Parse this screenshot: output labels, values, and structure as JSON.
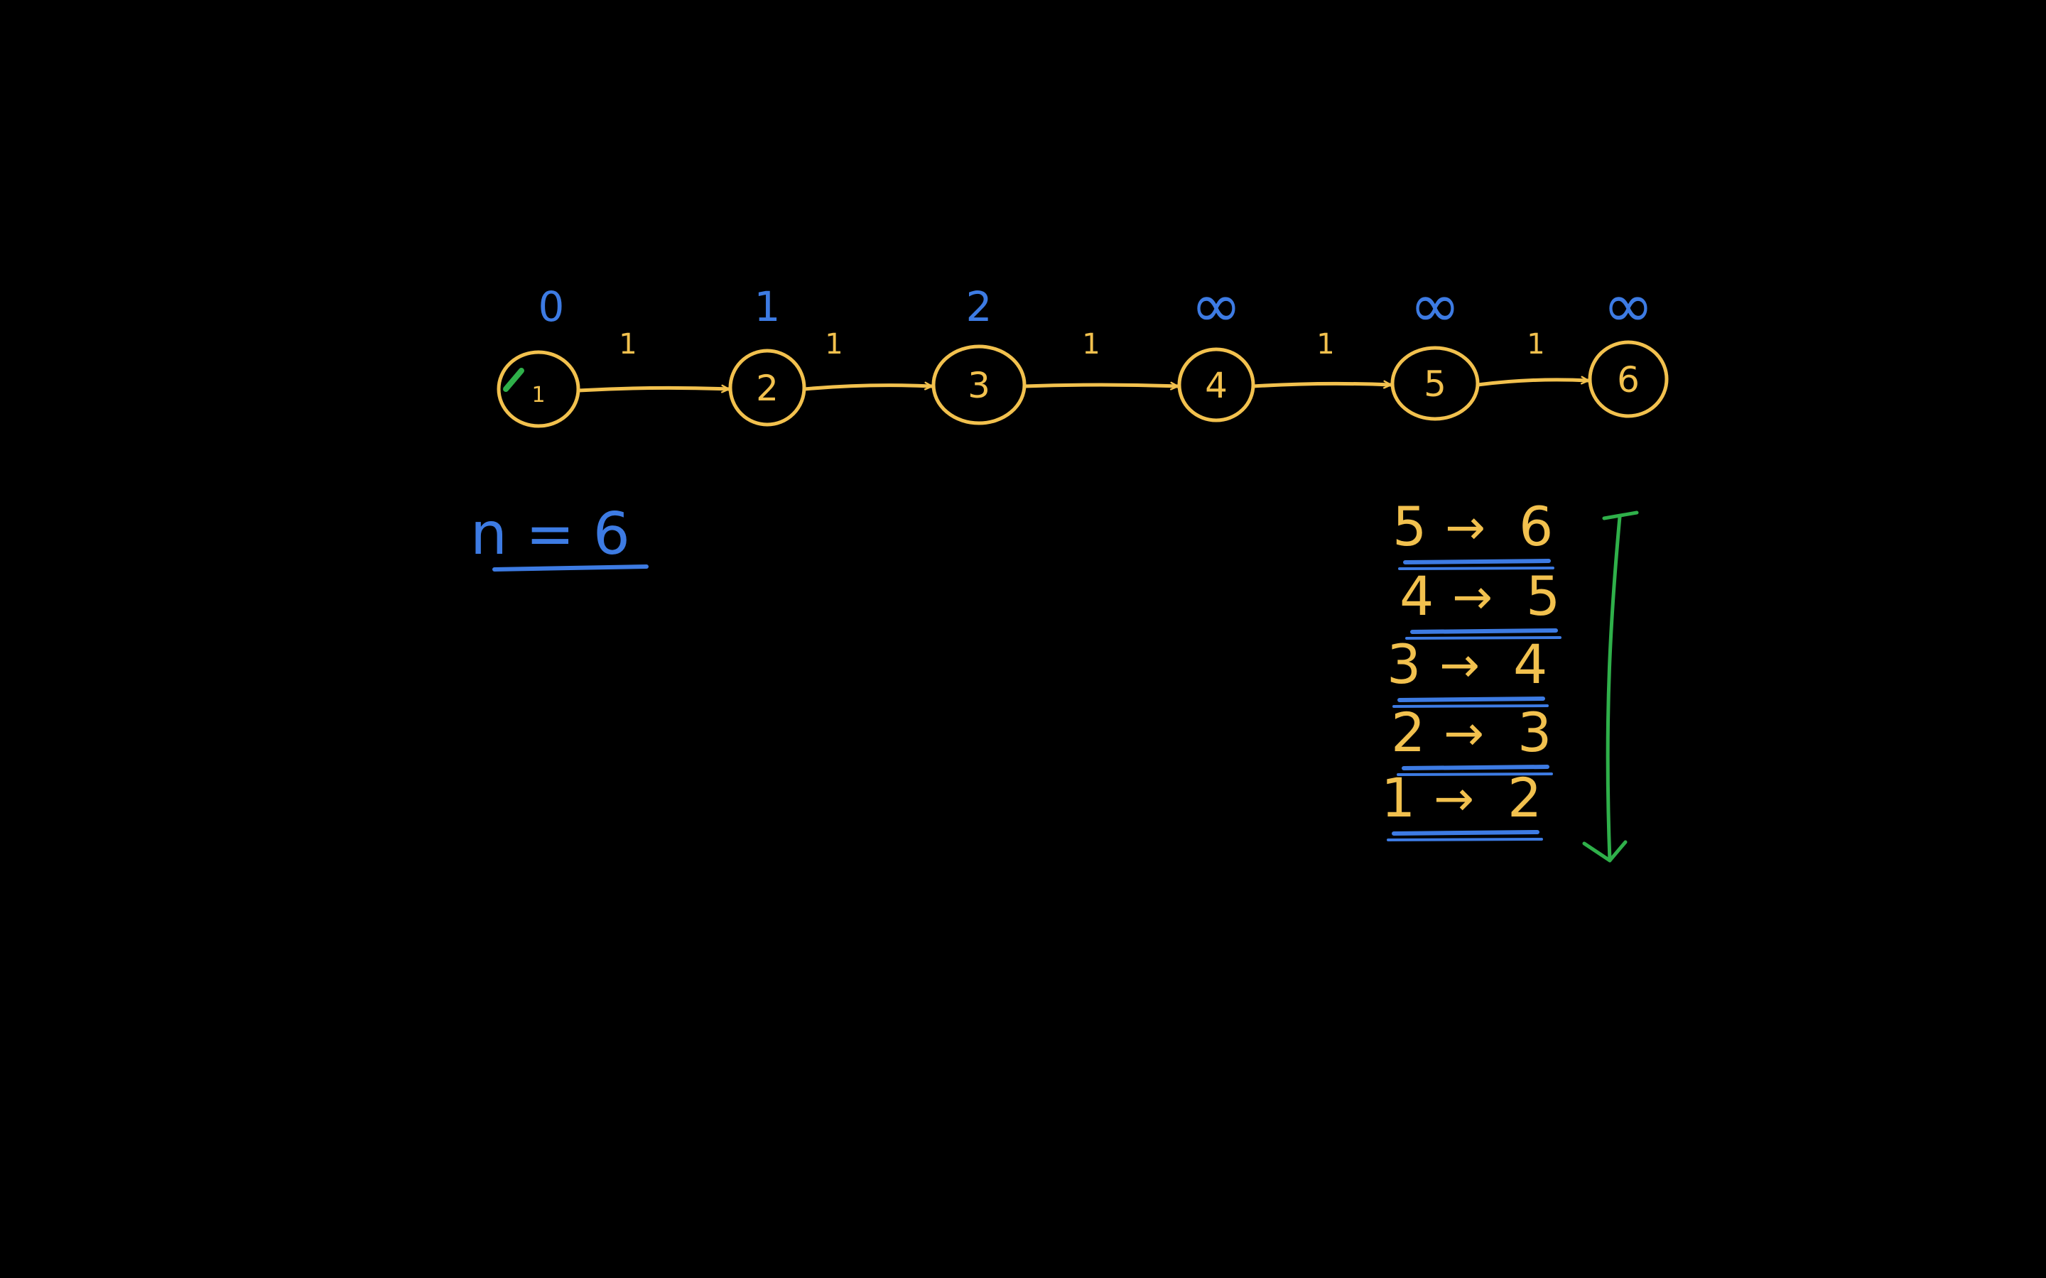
{
  "colors": {
    "background": "#000000",
    "node_stroke": "#F2C14E",
    "edge_stroke": "#F2C14E",
    "distance_label": "#3D7BE3",
    "underline": "#3D7BE3",
    "marker": "#2FB04A"
  },
  "graph": {
    "nodes": [
      {
        "id": "1",
        "label": "1",
        "distance": "0"
      },
      {
        "id": "2",
        "label": "2",
        "distance": "1"
      },
      {
        "id": "3",
        "label": "3",
        "distance": "2"
      },
      {
        "id": "4",
        "label": "4",
        "distance": "∞"
      },
      {
        "id": "5",
        "label": "5",
        "distance": "∞"
      },
      {
        "id": "6",
        "label": "6",
        "distance": "∞"
      }
    ],
    "edges": [
      {
        "from": "1",
        "to": "2",
        "weight": "1"
      },
      {
        "from": "2",
        "to": "3",
        "weight": "1"
      },
      {
        "from": "3",
        "to": "4",
        "weight": "1"
      },
      {
        "from": "4",
        "to": "5",
        "weight": "1"
      },
      {
        "from": "5",
        "to": "6",
        "weight": "1"
      }
    ]
  },
  "note": {
    "text": "n = 6"
  },
  "edge_list": {
    "items": [
      {
        "from": "5",
        "arrow": "→",
        "to": "6"
      },
      {
        "from": "4",
        "arrow": "→",
        "to": "5"
      },
      {
        "from": "3",
        "arrow": "→",
        "to": "4"
      },
      {
        "from": "2",
        "arrow": "→",
        "to": "3"
      },
      {
        "from": "1",
        "arrow": "→",
        "to": "2"
      }
    ]
  }
}
